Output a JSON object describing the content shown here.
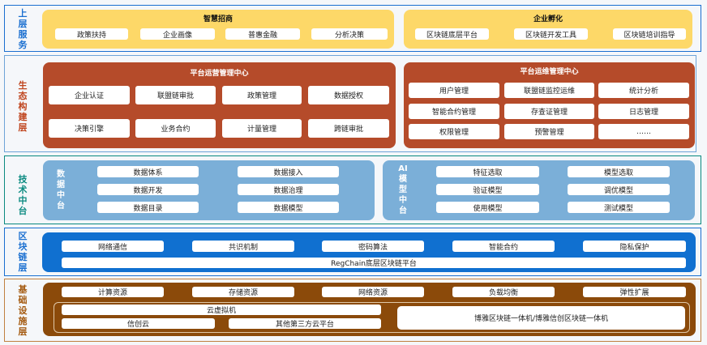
{
  "layers": {
    "upper": {
      "label": "上层服务",
      "color": "#1a6fd0",
      "panels": [
        {
          "title": "智慧招商",
          "items": [
            "政策扶持",
            "企业画像",
            "普惠金融",
            "分析决策"
          ]
        },
        {
          "title": "企业孵化",
          "items": [
            "区块链底层平台",
            "区块链开发工具",
            "区块链培训指导"
          ]
        }
      ]
    },
    "eco": {
      "label": "生态构建层",
      "color": "#c0461f",
      "panels": [
        {
          "title": "平台运营管理中心",
          "items": [
            "企业认证",
            "联盟链审批",
            "政策管理",
            "数据授权",
            "决策引擎",
            "业务合约",
            "计量管理",
            "跨链审批"
          ]
        },
        {
          "title": "平台运维管理中心",
          "items": [
            "用户管理",
            "联盟链监控运维",
            "统计分析",
            "智能合约管理",
            "存查证管理",
            "日志管理",
            "权限管理",
            "预警管理",
            "……"
          ]
        }
      ]
    },
    "tech": {
      "label": "技术中台",
      "color": "#0a8a80",
      "panels": [
        {
          "title": "数据中台",
          "items": [
            "数据体系",
            "数据接入",
            "数据开发",
            "数据治理",
            "数据目录",
            "数据模型"
          ]
        },
        {
          "title": "AI模型中台",
          "items": [
            "特征选取",
            "模型选取",
            "验证模型",
            "调优模型",
            "使用模型",
            "测试模型"
          ]
        }
      ]
    },
    "chain": {
      "label": "区块链层",
      "color": "#1a6fd0",
      "items": [
        "网络通信",
        "共识机制",
        "密码算法",
        "智能合约",
        "隐私保护"
      ],
      "platform": "RegChain底层区块链平台"
    },
    "infra": {
      "label": "基础设施层",
      "color": "#a45a10",
      "items": [
        "计算资源",
        "存储资源",
        "网络资源",
        "负载均衡",
        "弹性扩展"
      ],
      "cloud": {
        "vm": "云虚拟机",
        "xinchuang": "信创云",
        "third": "其他第三方云平台",
        "appliance": "博雅区块链一体机/博雅信创区块链一体机"
      }
    }
  }
}
